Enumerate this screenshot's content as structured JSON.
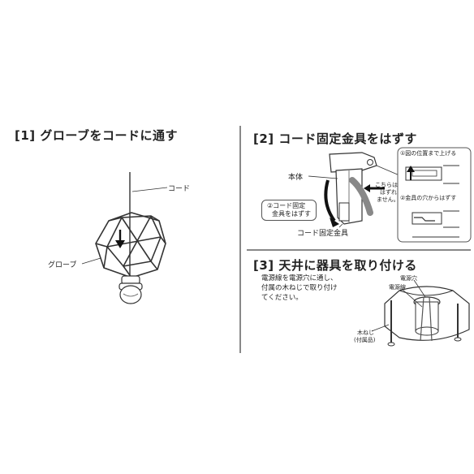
{
  "step1": {
    "title": "[1] グローブをコードに通す",
    "label_cord": "コード",
    "label_globe": "グローブ"
  },
  "step2": {
    "title": "[2] コード固定金具をはずす",
    "label_body": "本体",
    "label_bracket": "コード固定金具",
    "bubble2_line1": "②コード固定",
    "bubble2_line2": "金具をはずす",
    "note_line1": "こちらは",
    "note_line2": "はずれ",
    "note_line3": "ません。",
    "detail1": "①図の位置まで上げる",
    "detail2": "②金具の穴からはずす"
  },
  "step3": {
    "title": "[3] 天井に器具を取り付ける",
    "instr_line1": "電源線を電源穴に通し、",
    "instr_line2": "付属の木ねじで取り付け",
    "instr_line3": "てください。",
    "label_hole": "電源穴",
    "label_wire": "電源線",
    "label_screw1": "木ねじ",
    "label_screw2": "(付属品)"
  }
}
